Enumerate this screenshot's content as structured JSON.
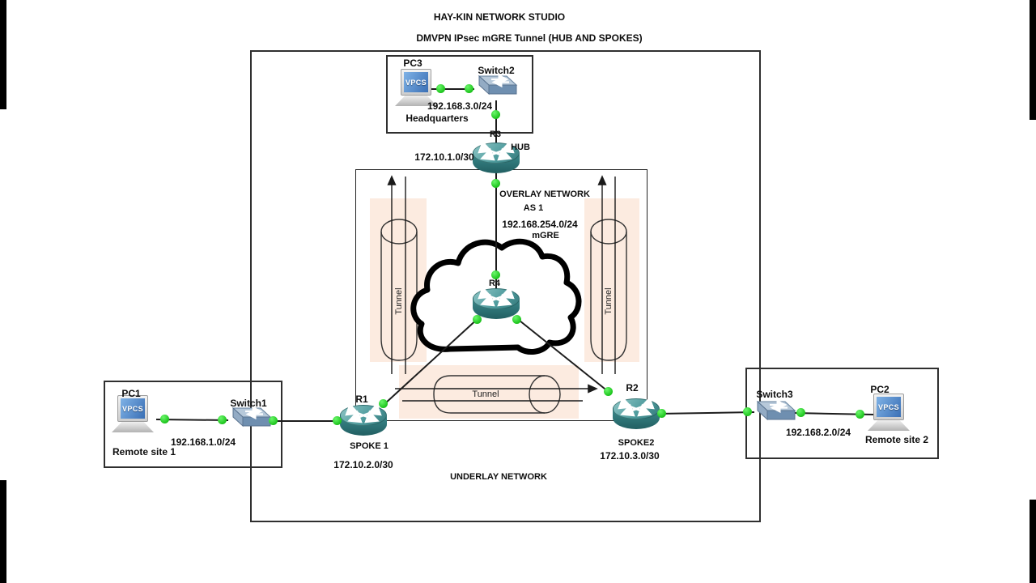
{
  "titles": {
    "line1": "HAY-KIN NETWORK STUDIO",
    "line2": "DMVPN IPsec mGRE Tunnel (HUB AND SPOKES)"
  },
  "headquarters": {
    "site_label": "Headquarters",
    "pc_name": "PC3",
    "pc_screen_text": "VPCS",
    "switch_name": "Switch2",
    "subnet": "192.168.3.0/24"
  },
  "remote_site_1": {
    "site_label": "Remote site 1",
    "pc_name": "PC1",
    "pc_screen_text": "VPCS",
    "switch_name": "Switch1",
    "subnet": "192.168.1.0/24"
  },
  "remote_site_2": {
    "site_label": "Remote site 2",
    "pc_name": "PC2",
    "pc_screen_text": "VPCS",
    "switch_name": "Switch3",
    "subnet": "192.168.2.0/24"
  },
  "hub": {
    "name": "R3",
    "role": "HUB",
    "subnet": "172.10.1.0/30"
  },
  "spoke1": {
    "name": "R1",
    "role": "SPOKE 1",
    "subnet": "172.10.2.0/30"
  },
  "spoke2": {
    "name": "R2",
    "role": "SPOKE2",
    "subnet": "172.10.3.0/30"
  },
  "cloud_router": {
    "name": "R4"
  },
  "overlay_network": {
    "title": "OVERLAY NETWORK",
    "as": "AS 1",
    "subnet": "192.168.254.0/24",
    "encapsulation": "mGRE"
  },
  "underlay_label": "UNDERLAY NETWORK",
  "tunnels": {
    "left_label": "Tunnel",
    "right_label": "Tunnel",
    "center_label": "Tunnel"
  },
  "colors": {
    "link_up_dot": "#1dc41d",
    "router_fill": "#3c8b8d",
    "switch_fill": "#6f8fb0",
    "tunnel_highlight": "#fcebe0",
    "pc_screen": "#3a6fb5"
  }
}
